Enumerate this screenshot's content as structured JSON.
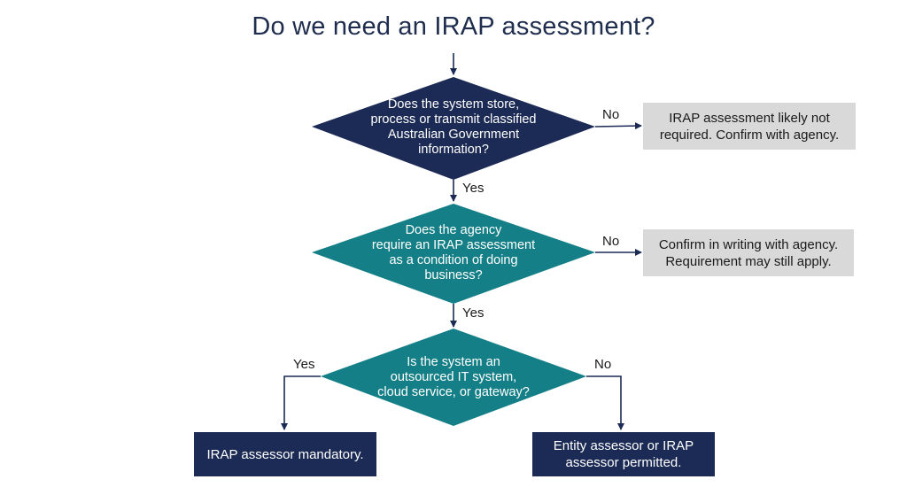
{
  "title": "Do we need an IRAP assessment?",
  "colors": {
    "navy": "#1c2b55",
    "teal": "#147f87",
    "grey_box": "#d9d9d9",
    "line": "#1c2b55"
  },
  "decisions": {
    "d1": [
      "Does the system store,",
      "process or transmit classified",
      "Australian Government",
      "information?"
    ],
    "d2": [
      "Does the agency",
      "require an IRAP assessment",
      "as a condition of doing",
      "business?"
    ],
    "d3": [
      "Is the system an",
      "outsourced IT system,",
      "cloud service, or gateway?"
    ]
  },
  "outcomes": {
    "no_classified": [
      "IRAP assessment likely not",
      "required. Confirm with agency."
    ],
    "no_agency": [
      "Confirm in writing with agency.",
      "Requirement may still apply."
    ],
    "yes_mandatory": [
      "IRAP assessor mandatory."
    ],
    "no_permitted": [
      "Entity assessor or IRAP",
      "assessor permitted."
    ]
  },
  "labels": {
    "d1_no": "No",
    "d1_yes": "Yes",
    "d2_no": "No",
    "d2_yes": "Yes",
    "d3_yes": "Yes",
    "d3_no": "No"
  }
}
